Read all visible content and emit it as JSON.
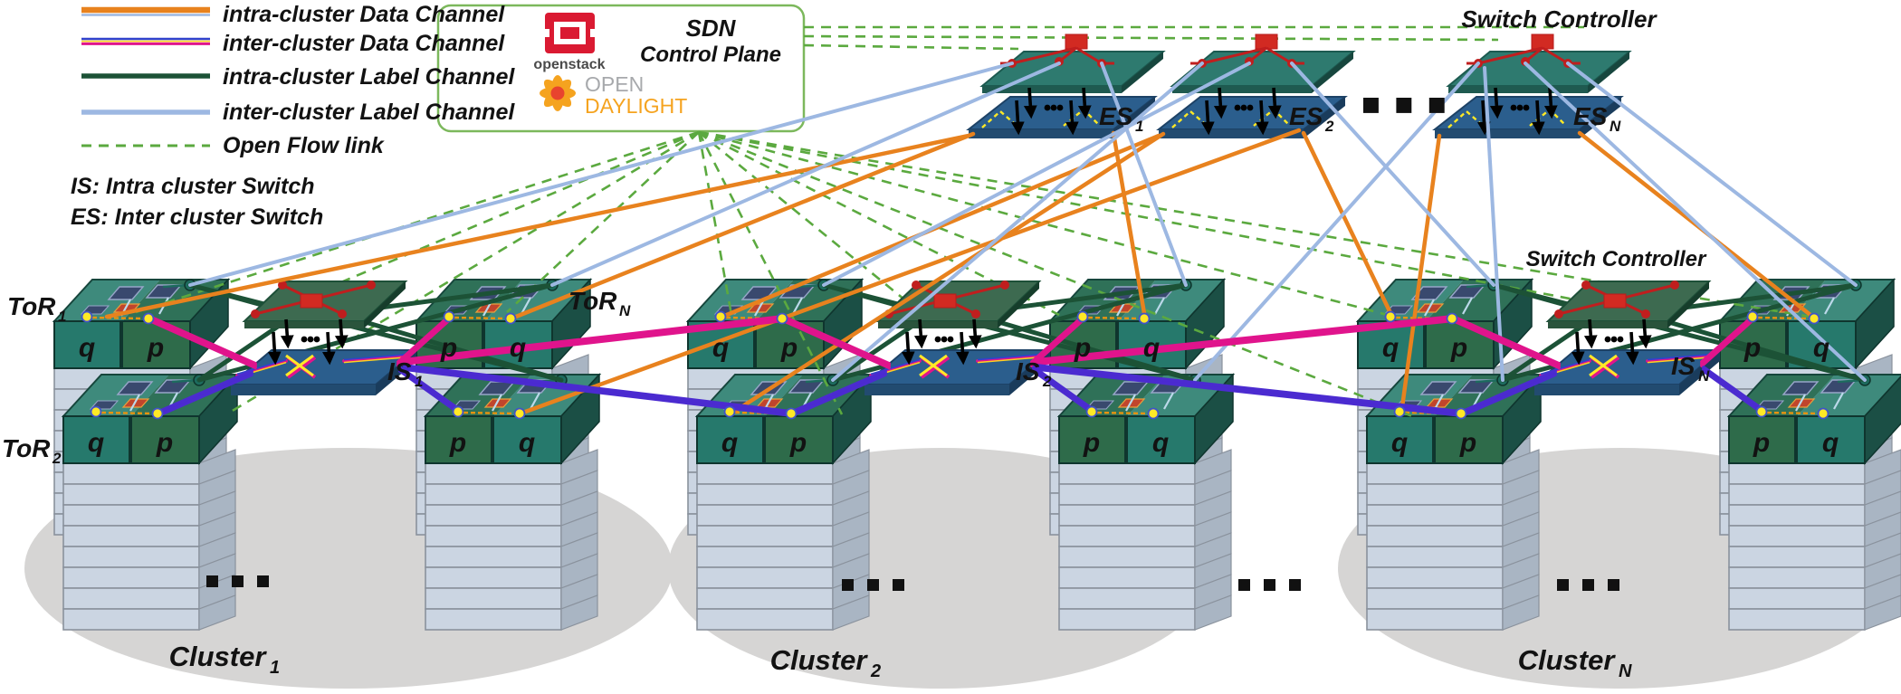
{
  "legend": {
    "items": [
      {
        "label": "intra-cluster Data Channel"
      },
      {
        "label": "inter-cluster Data Channel"
      },
      {
        "label": "intra-cluster Label Channel"
      },
      {
        "label": "inter-cluster Label Channel"
      },
      {
        "label": "Open Flow link"
      }
    ],
    "abbreviations": [
      "IS: Intra cluster Switch",
      "ES: Inter cluster Switch"
    ]
  },
  "control_plane": {
    "openstack": "openstack",
    "sdn": "SDN",
    "plane": "Control Plane",
    "open": "OPEN",
    "daylight": "DAYLIGHT"
  },
  "top_row": {
    "switch_controller": "Switch Controller",
    "es_switches": [
      {
        "base": "ES",
        "sub": "1"
      },
      {
        "base": "ES",
        "sub": "2"
      },
      {
        "base": "ES",
        "sub": "N"
      }
    ]
  },
  "clusters": [
    {
      "label": {
        "base": "Cluster",
        "sub": "1"
      },
      "is_label": {
        "base": "IS",
        "sub": "1"
      },
      "tor_labels": [
        {
          "base": "ToR",
          "sub": "1"
        },
        {
          "base": "ToR",
          "sub": "2"
        },
        {
          "base": "ToR",
          "sub": "N"
        }
      ],
      "racks": [
        [
          "q",
          "p"
        ],
        [
          "q",
          "p"
        ],
        [
          "p",
          "q"
        ],
        [
          "p",
          "q"
        ]
      ]
    },
    {
      "label": {
        "base": "Cluster",
        "sub": "2"
      },
      "is_label": {
        "base": "IS",
        "sub": "2"
      },
      "racks": [
        [
          "q",
          "p"
        ],
        [
          "q",
          "p"
        ],
        [
          "p",
          "q"
        ],
        [
          "p",
          "q"
        ]
      ]
    },
    {
      "label": {
        "base": "Cluster",
        "sub": "N"
      },
      "is_label": {
        "base": "IS",
        "sub": "N"
      },
      "switch_controller": "Switch Controller",
      "racks": [
        [
          "q",
          "p"
        ],
        [
          "q",
          "p"
        ],
        [
          "p",
          "q"
        ],
        [
          "p",
          "q"
        ]
      ]
    }
  ],
  "colors": {
    "intra_data": "#E8821E",
    "inter_data": [
      "#3142CC",
      "#E0148C",
      "#FFD21F"
    ],
    "intra_label": "#1C5236",
    "inter_label": "#9DB8E2",
    "openflow": "#5BA93F",
    "cluster_ellipse": "#D6D5D4",
    "es_top_plate": "#2E7A6F",
    "is_top_plate": "#3D6A50",
    "bottom_plate": "#2B5E8D",
    "sdn_text_green": "#3F7A28",
    "box_border": "#7CB85C"
  }
}
